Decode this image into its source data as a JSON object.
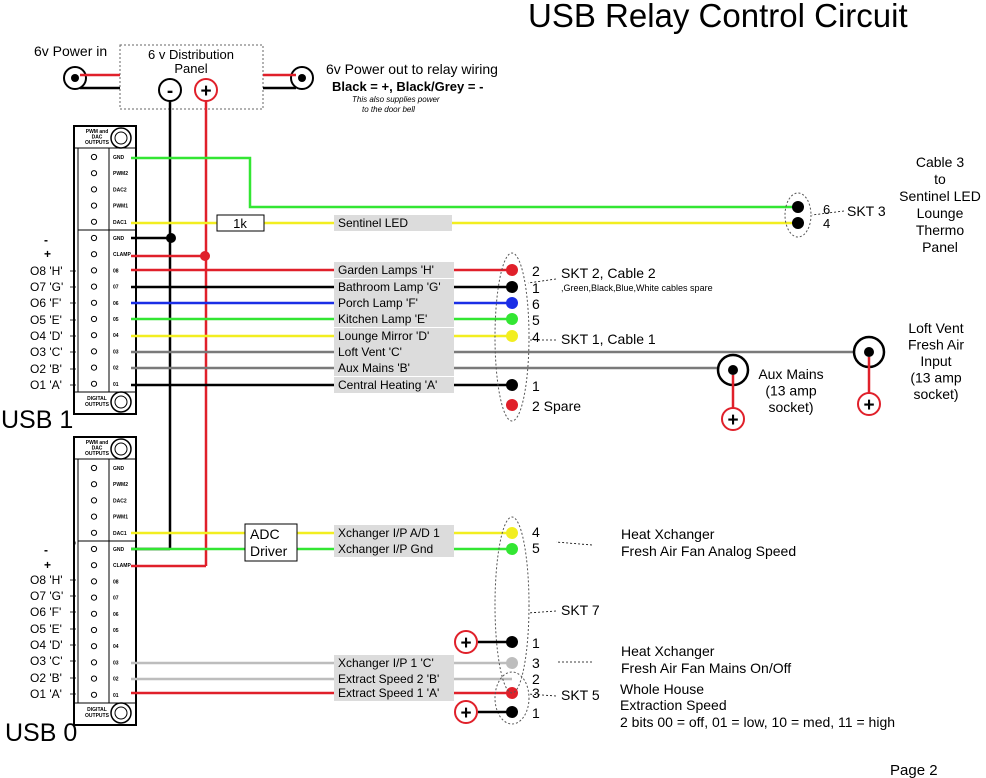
{
  "title": "USB Relay Control Circuit",
  "page_label": "Page  2",
  "colors": {
    "red": "#e0202a",
    "green": "#33e633",
    "yellow": "#f2ee20",
    "blue": "#1a2ee6",
    "black": "#000000",
    "grey": "#7a7a7a",
    "light_grey": "#bdbdbd",
    "label_bg": "#dcdcdc"
  },
  "power": {
    "in_label": "6v Power in",
    "panel_title": "6 v Distribution",
    "panel_subtitle": "Panel",
    "minus": "-",
    "plus": "+",
    "out_label": "6v Power out to relay wiring",
    "out_wiring": "Black = +, Black/Grey = -",
    "note1": "This also supplies power",
    "note2": "to the door bell"
  },
  "terminal_block": {
    "header": [
      "PWM and",
      "DAC",
      "OUTPUTS"
    ],
    "footer": [
      "DIGITAL",
      "OUTPUTS"
    ],
    "pins": [
      "GND",
      "PWM2",
      "DAC2",
      "PWM1",
      "DAC1",
      "GND",
      "CLAMP",
      "08",
      "07",
      "06",
      "05",
      "04",
      "03",
      "02",
      "01"
    ]
  },
  "usb1": {
    "name": "USB 1",
    "pin_labels": [
      "-",
      "+",
      "O8 'H'",
      "O7 'G'",
      "O6 'F'",
      "O5 'E'",
      "O4 'D'",
      "O3 'C'",
      "O2 'B'",
      "O1 'A'"
    ],
    "resistor": "1k",
    "sentinel_label": "Sentinel LED",
    "channels": [
      {
        "label": "Garden Lamps   'H'",
        "num": "2"
      },
      {
        "label": "Bathroom Lamp 'G'",
        "num": "1"
      },
      {
        "label": "Porch Lamp        'F'",
        "num": "6"
      },
      {
        "label": "Kitchen Lamp      'E'",
        "num": "5"
      },
      {
        "label": "Lounge Mirror    'D'",
        "num": "4"
      },
      {
        "label": "Loft Vent              'C'",
        "num": ""
      },
      {
        "label": "Aux Mains            'B'",
        "num": ""
      },
      {
        "label": "Central Heating  'A'",
        "num": "1"
      }
    ],
    "spare_num": "2 Spare"
  },
  "sockets": {
    "skt3": {
      "label": "SKT 3",
      "num_top": "6",
      "num_bottom": "4",
      "cable_lines": [
        "Cable 3",
        "to",
        "Sentinel LED",
        "Lounge",
        "Thermo",
        "Panel"
      ]
    },
    "skt2": {
      "label": "SKT 2, Cable 2",
      "note": ",Green,Black,Blue,White cables spare"
    },
    "skt1": {
      "label": "SKT 1, Cable 1"
    },
    "loft": {
      "lines": [
        "Loft Vent",
        "Fresh Air",
        "Input",
        "(13 amp",
        "socket)"
      ]
    },
    "aux": {
      "lines": [
        "Aux Mains",
        "(13 amp",
        "socket)"
      ]
    },
    "skt7": {
      "label": "SKT 7"
    },
    "skt5": {
      "label": "SKT 5"
    }
  },
  "usb0": {
    "name": "USB 0",
    "pin_labels": [
      "-",
      "+",
      "O8 'H'",
      "O7 'G'",
      "O6 'F'",
      "O5 'E'",
      "O4 'D'",
      "O3 'C'",
      "O2 'B'",
      "O1 'A'"
    ],
    "driver_lines": [
      "ADC",
      "Driver"
    ],
    "pin_mark": "0",
    "channels": [
      {
        "label": "Xchanger I/P A/D 1",
        "num": "4"
      },
      {
        "label": "Xchanger I/P Gnd",
        "num": "5"
      },
      {
        "label": "Xchanger I/P  1 'C'",
        "num": "3"
      },
      {
        "label": "Extract Speed 2 'B'",
        "num": "2"
      },
      {
        "label": "Extract Speed 1 'A'",
        "num": "3"
      }
    ],
    "plus_nums": [
      "1",
      "1"
    ],
    "notes": {
      "heat_analog": [
        "Heat Xchanger",
        "Fresh Air Fan Analog Speed"
      ],
      "heat_mains": [
        "Heat Xchanger",
        "Fresh Air Fan Mains On/Off"
      ],
      "extract": [
        "Whole House",
        "Extraction Speed",
        "2 bits 00 = off, 01 = low, 10 = med, 11 = high"
      ]
    }
  }
}
